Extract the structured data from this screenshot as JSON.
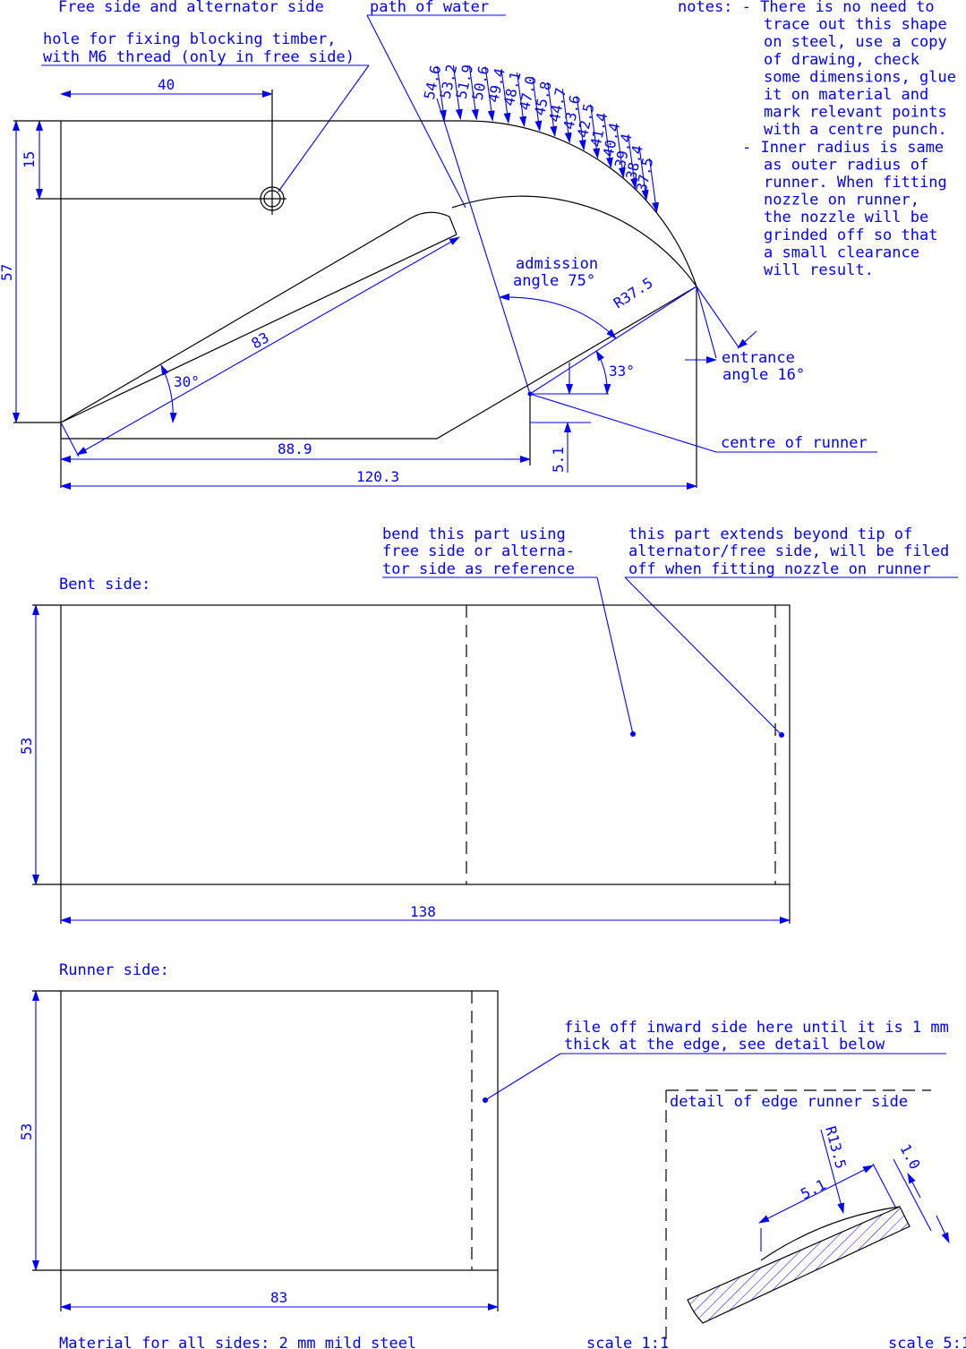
{
  "colors": {
    "outline": "#000000",
    "annotation": "#0000ff",
    "background": "#ffffff"
  },
  "free_side": {
    "title": "Free side and alternator side",
    "path_label": "path of water",
    "hole_note": [
      "hole for fixing blocking timber,",
      "with M6 thread (only in free side)"
    ],
    "notes": [
      "notes: - There is no need to",
      "trace out this shape",
      "on steel, use a copy",
      "of drawing, check",
      "some dimensions, glue",
      "it on material and",
      "mark relevant points",
      "with a centre punch.",
      "- Inner radius is same",
      "as outer radius of",
      "runner. When fitting",
      "nozzle on runner,",
      "the nozzle will be",
      "grinded off so that",
      "a small clearance",
      "will result."
    ],
    "dims": {
      "d40": "40",
      "d15": "15",
      "d57": "57",
      "d83": "83",
      "d30": "30°",
      "d889": "88.9",
      "d1203": "120.3",
      "d51": "5.1",
      "d33": "33°",
      "r375": "R37.5"
    },
    "arc_values": [
      "54.6",
      "53.2",
      "51.9",
      "50.6",
      "49.4",
      "48.1",
      "47.0",
      "45.8",
      "44.7",
      "43.6",
      "42.5",
      "41.4",
      "40.4",
      "39.4",
      "38.4",
      "37.5"
    ],
    "admission": [
      "admission",
      "angle 75°"
    ],
    "entrance": [
      "entrance",
      "angle 16°"
    ],
    "centre_label": "centre of runner"
  },
  "bent_side": {
    "title": "Bent side:",
    "bend_note": [
      "bend this part using",
      "free side or alterna-",
      "tor side as reference"
    ],
    "extend_note": [
      "this part extends beyond tip of",
      "alternator/free side, will be filed",
      "off when fitting nozzle on runner"
    ],
    "width": "138",
    "height": "53"
  },
  "runner_side": {
    "title": "Runner side:",
    "file_note": [
      "file off inward side here until it is 1 mm",
      "thick at the edge, see detail below"
    ],
    "width": "83",
    "height": "53"
  },
  "detail": {
    "title": "detail of edge runner side",
    "r135": "R13.5",
    "d51": "5.1",
    "d10": "1.0"
  },
  "footer": {
    "material": "Material for all sides: 2 mm mild steel",
    "scale1": "scale 1:1",
    "scale5": "scale 5:1"
  }
}
